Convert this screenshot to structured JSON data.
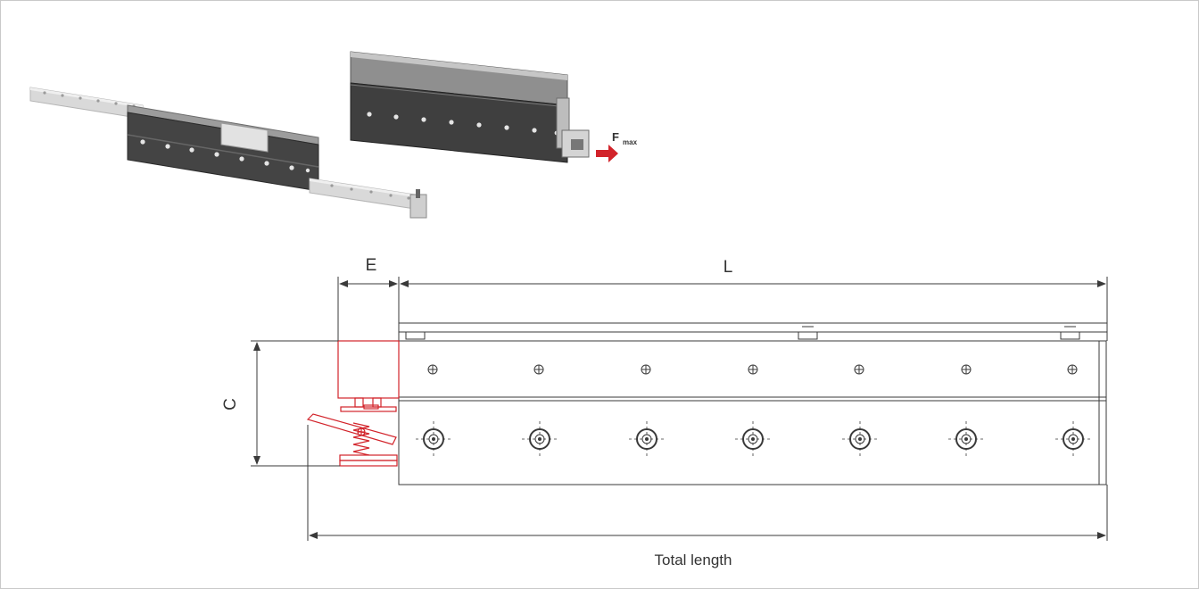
{
  "labels": {
    "E": "E",
    "L": "L",
    "C": "C",
    "total_length": "Total length",
    "fmax_main": "F",
    "fmax_sub": "max"
  },
  "colors": {
    "outline": "#3a3a3a",
    "accent": "#d2232a",
    "rail_dark": "#3f3f3f",
    "rail_light": "#d7d7d7",
    "frame_border": "#c9c9c9"
  }
}
